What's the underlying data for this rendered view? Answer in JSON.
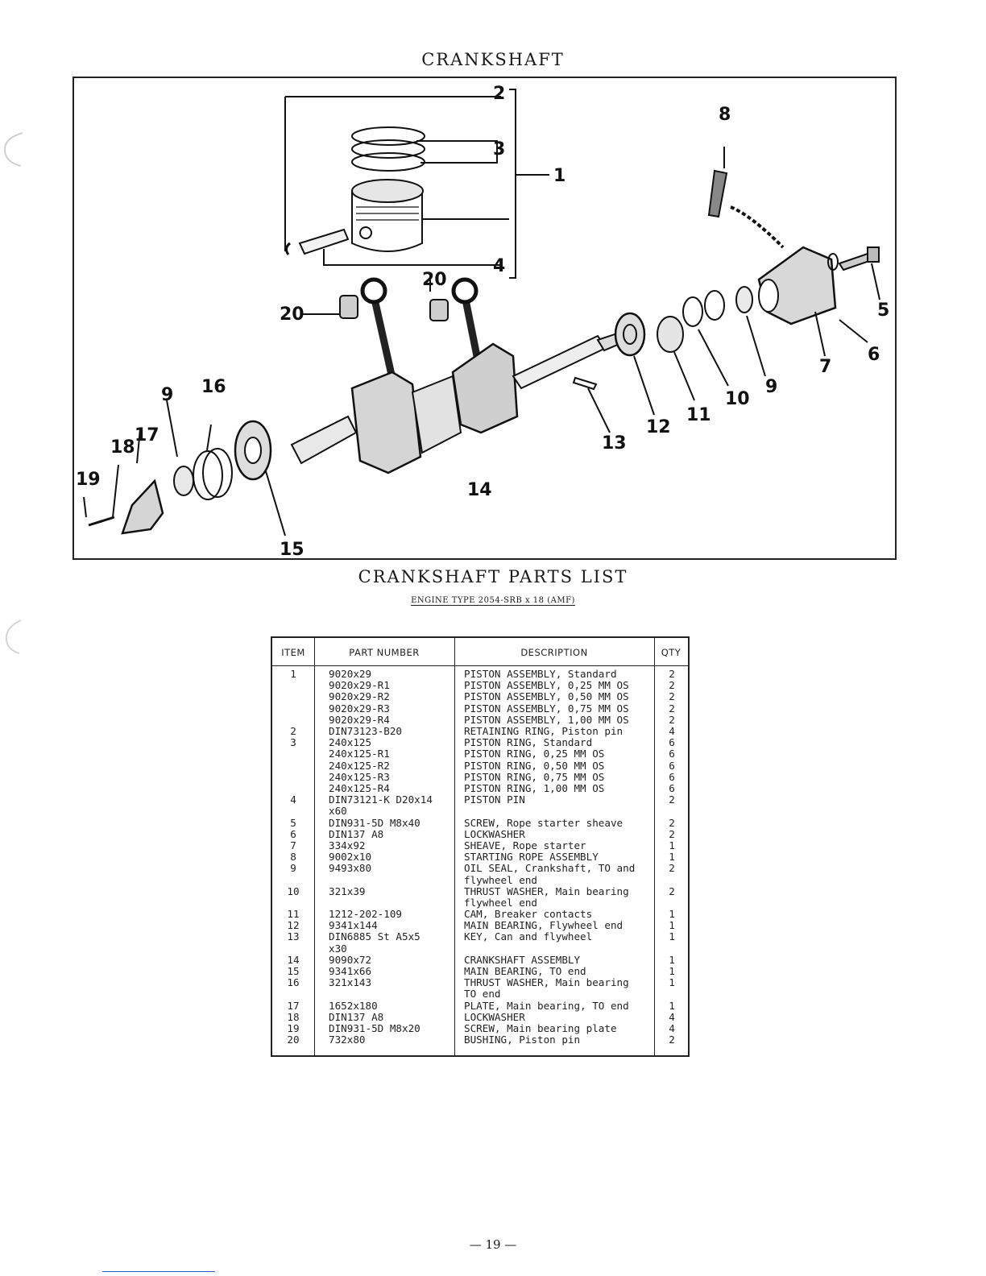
{
  "page_title": "CRANKSHAFT",
  "callouts": [
    "1",
    "2",
    "3",
    "4",
    "5",
    "6",
    "7",
    "8",
    "9",
    "9",
    "10",
    "11",
    "12",
    "13",
    "14",
    "15",
    "16",
    "17",
    "18",
    "19",
    "20",
    "20"
  ],
  "parts_title": "CRANKSHAFT PARTS LIST",
  "engine_type": "ENGINE TYPE 2054-SRB x 18 (AMF)",
  "table": {
    "headers": {
      "item": "ITEM",
      "part": "PART NUMBER",
      "desc": "DESCRIPTION",
      "qty": "QTY"
    },
    "rows": [
      {
        "item": "1",
        "part": [
          "9020x29",
          "9020x29-R1",
          "9020x29-R2",
          "9020x29-R3",
          "9020x29-R4"
        ],
        "desc": [
          "PISTON ASSEMBLY, Standard",
          "PISTON ASSEMBLY, 0,25 MM OS",
          "PISTON ASSEMBLY, 0,50 MM OS",
          "PISTON ASSEMBLY, 0,75 MM OS",
          "PISTON ASSEMBLY, 1,00 MM OS"
        ],
        "qty": [
          "2",
          "2",
          "2",
          "2",
          "2"
        ]
      },
      {
        "item": "2",
        "part": [
          "DIN73123-B20"
        ],
        "desc": [
          "RETAINING RING, Piston pin"
        ],
        "qty": [
          "4"
        ]
      },
      {
        "item": "3",
        "part": [
          "240x125",
          "240x125-R1",
          "240x125-R2",
          "240x125-R3",
          "240x125-R4"
        ],
        "desc": [
          "PISTON RING, Standard",
          "PISTON RING, 0,25 MM OS",
          "PISTON RING, 0,50 MM OS",
          "PISTON RING, 0,75 MM OS",
          "PISTON RING, 1,00 MM OS"
        ],
        "qty": [
          "6",
          "6",
          "6",
          "6",
          "6"
        ]
      },
      {
        "item": "4",
        "part": [
          "DIN73121-K D20x14",
          "  x60"
        ],
        "desc": [
          "PISTON PIN",
          ""
        ],
        "qty": [
          "2",
          ""
        ]
      },
      {
        "item": "5",
        "part": [
          "DIN931-5D M8x40"
        ],
        "desc": [
          "SCREW, Rope starter sheave"
        ],
        "qty": [
          "2"
        ]
      },
      {
        "item": "6",
        "part": [
          "DIN137 A8"
        ],
        "desc": [
          "LOCKWASHER"
        ],
        "qty": [
          "2"
        ]
      },
      {
        "item": "7",
        "part": [
          "334x92"
        ],
        "desc": [
          "SHEAVE, Rope starter"
        ],
        "qty": [
          "1"
        ]
      },
      {
        "item": "8",
        "part": [
          "9002x10"
        ],
        "desc": [
          "STARTING ROPE ASSEMBLY"
        ],
        "qty": [
          "1"
        ]
      },
      {
        "item": "9",
        "part": [
          "9493x80",
          ""
        ],
        "desc": [
          "OIL SEAL, Crankshaft, TO and",
          "flywheel end"
        ],
        "qty": [
          "2",
          ""
        ]
      },
      {
        "item": "10",
        "part": [
          "321x39",
          ""
        ],
        "desc": [
          "THRUST WASHER, Main bearing",
          "flywheel end"
        ],
        "qty": [
          "2",
          ""
        ]
      },
      {
        "item": "11",
        "part": [
          "1212-202-109"
        ],
        "desc": [
          "CAM, Breaker contacts"
        ],
        "qty": [
          "1"
        ]
      },
      {
        "item": "12",
        "part": [
          "9341x144"
        ],
        "desc": [
          "MAIN BEARING, Flywheel end"
        ],
        "qty": [
          "1"
        ]
      },
      {
        "item": "13",
        "part": [
          "DIN6885 St A5x5",
          "  x30"
        ],
        "desc": [
          "KEY, Can and flywheel",
          ""
        ],
        "qty": [
          "1",
          ""
        ]
      },
      {
        "item": "14",
        "part": [
          "9090x72"
        ],
        "desc": [
          "CRANKSHAFT ASSEMBLY"
        ],
        "qty": [
          "1"
        ]
      },
      {
        "item": "15",
        "part": [
          "9341x66"
        ],
        "desc": [
          "MAIN BEARING, TO end"
        ],
        "qty": [
          "1"
        ]
      },
      {
        "item": "16",
        "part": [
          "321x143",
          ""
        ],
        "desc": [
          "THRUST WASHER, Main bearing",
          "TO end"
        ],
        "qty": [
          "1",
          ""
        ]
      },
      {
        "item": "17",
        "part": [
          "1652x180"
        ],
        "desc": [
          "PLATE, Main bearing, TO end"
        ],
        "qty": [
          "1"
        ]
      },
      {
        "item": "18",
        "part": [
          "DIN137 A8"
        ],
        "desc": [
          "LOCKWASHER"
        ],
        "qty": [
          "4"
        ]
      },
      {
        "item": "19",
        "part": [
          "DIN931-5D M8x20"
        ],
        "desc": [
          "SCREW, Main bearing plate"
        ],
        "qty": [
          "4"
        ]
      },
      {
        "item": "20",
        "part": [
          "732x80"
        ],
        "desc": [
          "BUSHING, Piston pin"
        ],
        "qty": [
          "2"
        ]
      }
    ]
  },
  "page_number": "— 19 —"
}
